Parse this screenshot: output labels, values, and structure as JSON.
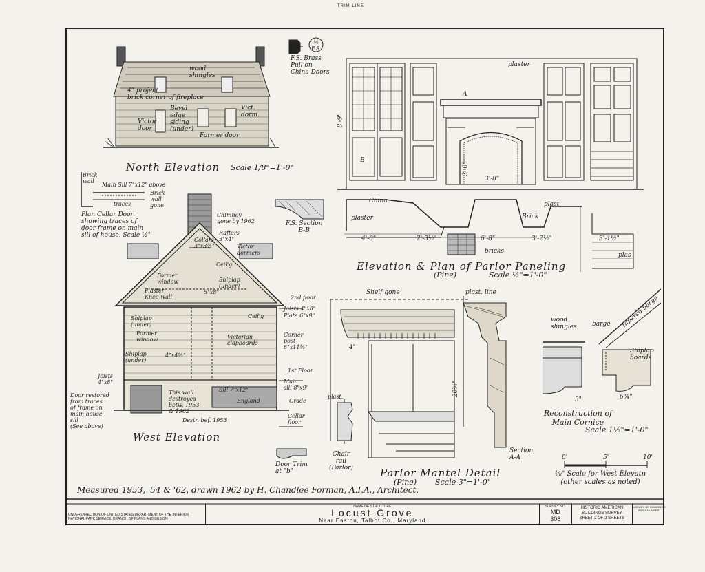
{
  "sheet": {
    "trim_line": "TRIM LINE"
  },
  "north_elevation": {
    "title": "North Elevation",
    "scale": "Scale 1/8\"=1'-0\"",
    "notes": {
      "wood_shingles": "wood\nshingles",
      "project_brick": "4\" project\nbrick corner of fireplace",
      "bevel_edge": "Bevel\nedge\nsiding\n(under)",
      "victor_door": "Victor\ndoor",
      "vict_dorm": "Vict.\ndorm.",
      "former_door": "Former door"
    }
  },
  "brass_pull": {
    "scale_badge": "½\nF.S.",
    "label": "F.S. Brass\nPull on\nChina Doors"
  },
  "parlor_paneling": {
    "title": "Elevation & Plan of Parlor Paneling",
    "subtitle": "(Pine)",
    "scale": "Scale ½\"=1'-0\"",
    "notes": {
      "plaster_top": "plaster",
      "point_a": "A",
      "point_b": "B",
      "ceiling_height": "8'-9\"",
      "opening_width": "3'-8\"",
      "opening_height": "3'-0\""
    }
  },
  "paneling_plan": {
    "notes": {
      "china": "China",
      "plaster": "plaster",
      "brick": "Brick",
      "bricks": "bricks",
      "plast": "plast",
      "plas": "plas",
      "dim_1": "4'-0\"",
      "dim_2": "2'-3½\"",
      "dim_3": "6'-8\"",
      "dim_4": "3'-2½\"",
      "dim_5": "3'-1½\""
    }
  },
  "cellar_door_plan": {
    "brick_wall": "Brick\nwall",
    "main_sill": "Main Sill 7\"x12\" above",
    "traces": "traces",
    "brick_wall_gone": "Brick\nwall\ngone",
    "title": "Plan Cellar Door\nshowing traces of\ndoor frame on main\nsill of house. Scale ½\""
  },
  "fs_section": {
    "title": "F.S. Section\nB-B"
  },
  "west_elevation": {
    "title": "West Elevation",
    "notes": {
      "chimney": "Chimney\ngone by 1962",
      "rafters": "Rafters\n3\"x4\"",
      "collars": "Collars\n3\"x3½\"",
      "victor_dormers": "Victor\ndormers",
      "ceil_top": "Ceil'g",
      "former_window": "Former\nwindow",
      "shiplap_under": "Shiplap\n(under)",
      "plaster_knee": "Plaster\nKnee-wall",
      "post_dim": "5\"x8\"",
      "second_floor": "2nd floor",
      "joists_2": "Joists 4\"x8\"",
      "plate": "Plate 6\"x9\"",
      "shiplap_under_2": "Shiplap\n(under)",
      "ceil_2": "Ceil'g",
      "former_window_2": "Former\nwindow",
      "victorian_clapboards": "Victorian\nclapboards",
      "corner_post": "Corner\npost\n8\"x11½\"",
      "shiplap_under_3": "Shiplap\n(under)",
      "stud_dim": "4\"x4½\"",
      "first_floor": "1st Floor",
      "joists_1": "Joists\n4\"x8\"",
      "main_sill": "Main\nsill 8\"x9\"",
      "wall_destroyed": "This wall\ndestroyed\nbetw. 1953\n& 1962",
      "sill_dim": "Sill 7\"x12\"",
      "england": "England",
      "grade": "Grade",
      "door_restored": "Door restored\nfrom traces\nof frame on\nmain house\nsill\n(See above)",
      "destr": "Destr. bef. 1953",
      "cellar_floor": "Cellar\nfloor"
    }
  },
  "mantel_detail": {
    "title": "Parlor Mantel Detail",
    "subtitle": "(Pine)",
    "scale": "Scale 3\"=1'-0\"",
    "shelf_gone": "Shelf gone",
    "plast_line": "plast. line",
    "section": "Section\nA-A",
    "dim_height": "20¾\"",
    "dim_side": "4\""
  },
  "chair_rail": {
    "plast": "plast.",
    "label": "Chair\nrail\n(Parlor)"
  },
  "door_trim": {
    "label": "Door Trim\nat \"b\""
  },
  "cornice": {
    "wood_shingles": "wood\nshingles",
    "barge": "barge",
    "tapered_barge": "tapered barge",
    "shiplap_boards": "Shiplap\nboards",
    "dim_a": "3\"",
    "dim_b": "6¾\"",
    "title": "Reconstruction of\nMain Cornice",
    "scale": "Scale 1½\"=1'-0\""
  },
  "scale_bar": {
    "ticks": [
      "0'",
      "5'",
      "10'"
    ],
    "label": "⅛\" Scale for West Elevatn\n(other scales as noted)"
  },
  "credits": {
    "measured": "Measured 1953, '54 & '62, drawn 1962 by H. Chandlee Forman, A.I.A., Architect."
  },
  "title_block": {
    "direction": "UNDER DIRECTION OF UNITED STATES DEPARTMENT OF THE INTERIOR\nNATIONAL PARK SERVICE, BRANCH OF PLANS AND DESIGN",
    "name_label": "NAME OF STRUCTURE",
    "name": "Locust Grove",
    "location": "Near Easton, Talbot Co., Maryland",
    "survey_label": "SURVEY NO.",
    "survey_state": "MD",
    "survey_no": "308",
    "habs": "HISTORIC AMERICAN\nBUILDINGS SURVEY",
    "sheet_text": "SHEET 2 OF 2 SHEETS",
    "library": "LIBRARY OF CONGRESS\nINDEX NUMBER"
  }
}
